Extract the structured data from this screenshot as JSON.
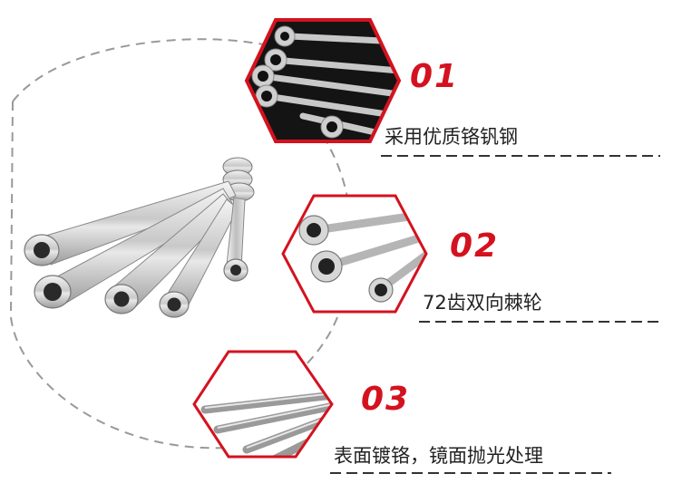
{
  "features": [
    {
      "number": "01",
      "text": "采用优质铬钒钢",
      "photo": "wrench-set-in-black-holder"
    },
    {
      "number": "02",
      "text": "72齿双向棘轮",
      "photo": "ratchet-heads-closeup"
    },
    {
      "number": "03",
      "text": "表面镀铬，镜面抛光处理",
      "photo": "polished-chrome-shafts"
    }
  ],
  "colors": {
    "accent": "#d4121f",
    "line": "#999999",
    "dash": "#333333"
  },
  "icons": [
    "ratcheting-wrench-set-icon"
  ]
}
